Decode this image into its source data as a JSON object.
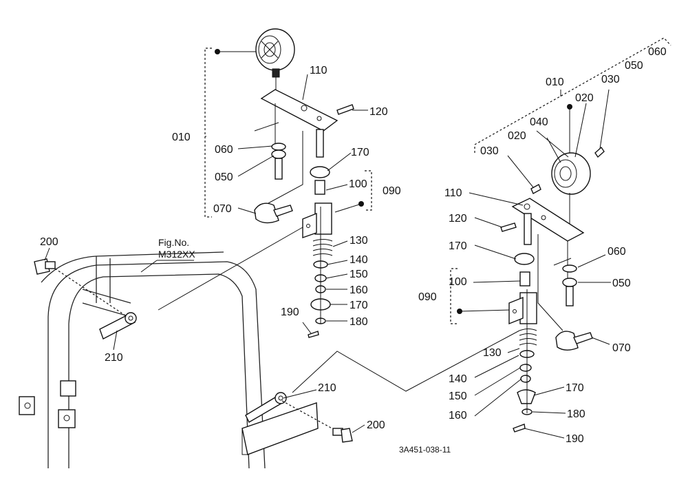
{
  "diagram": {
    "drawing_code": "3A451-038-11",
    "fig_ref": {
      "line1": "Fig.No.",
      "line2": "M312XX"
    },
    "left_assembly": {
      "labels": {
        "l010": "010",
        "l060": "060",
        "l050": "050",
        "l070": "070",
        "l110": "110",
        "l120": "120",
        "l170a": "170",
        "l100": "100",
        "l090": "090",
        "l130": "130",
        "l140": "140",
        "l150": "150",
        "l160": "160",
        "l170b": "170",
        "l180": "180",
        "l190": "190"
      }
    },
    "right_assembly": {
      "labels": {
        "l060top": "060",
        "l050top": "050",
        "l030top": "030",
        "l010": "010",
        "l020a": "020",
        "l040": "040",
        "l020b": "020",
        "l030b": "030",
        "l110": "110",
        "l120": "120",
        "l170a": "170",
        "l100": "100",
        "l090": "090",
        "l060": "060",
        "l050": "050",
        "l070": "070",
        "l130": "130",
        "l140": "140",
        "l150": "150",
        "l160": "160",
        "l170b": "170",
        "l180": "180",
        "l190": "190"
      }
    },
    "frame_labels": {
      "l200a": "200",
      "l210a": "210",
      "l210b": "210",
      "l200b": "200"
    }
  }
}
